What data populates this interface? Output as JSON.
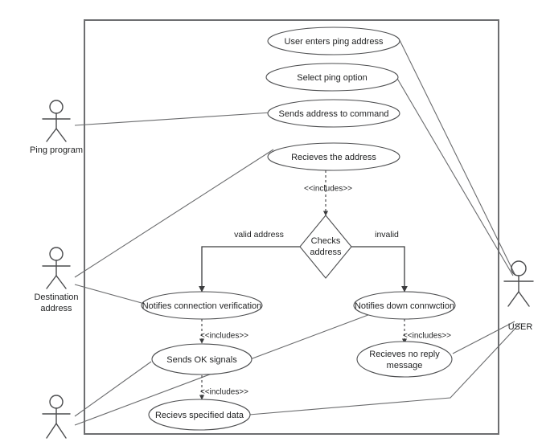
{
  "diagram": {
    "type": "uml-use-case-diagram",
    "title": "",
    "boundary": {
      "label": ""
    },
    "colors": {
      "background": "#ffffff",
      "shape_stroke": "#4d4e50",
      "boundary_stroke": "#6d6e70",
      "association_stroke": "#6a6b6d",
      "flow_stroke": "#3c3d3f",
      "text": "#1f2021"
    },
    "actors": [
      {
        "id": "ping-program",
        "label": "Ping program",
        "lines": [
          "Ping program"
        ]
      },
      {
        "id": "destination-address",
        "label": "Destination address",
        "lines": [
          "Destination",
          "address"
        ]
      },
      {
        "id": "bottom-left-actor",
        "label": "",
        "lines": []
      },
      {
        "id": "user",
        "label": "USER",
        "lines": [
          "USER"
        ]
      }
    ],
    "use_cases": [
      {
        "id": "uc-user-enters-ping-address",
        "label": "User enters ping address",
        "lines": [
          "User enters ping address"
        ]
      },
      {
        "id": "uc-select-ping-option",
        "label": "Select ping option",
        "lines": [
          "Select ping option"
        ]
      },
      {
        "id": "uc-sends-address-to-command",
        "label": "Sends address to command",
        "lines": [
          "Sends address to command"
        ]
      },
      {
        "id": "uc-recieves-the-address",
        "label": "Recieves the address",
        "lines": [
          "Recieves the address"
        ]
      },
      {
        "id": "uc-notifies-connection-verification",
        "label": "Notifies connection verification",
        "lines": [
          "Notifies connection verification"
        ]
      },
      {
        "id": "uc-notifies-down-connwction",
        "label": "Notifies down connwction",
        "lines": [
          "Notifies down connwction"
        ]
      },
      {
        "id": "uc-sends-ok-signals",
        "label": "Sends OK signals",
        "lines": [
          "Sends OK signals"
        ]
      },
      {
        "id": "uc-recieves-no-reply-message",
        "label": "Recieves no reply message",
        "lines": [
          "Recieves no reply",
          "message"
        ]
      },
      {
        "id": "uc-recievs-specified-data",
        "label": "Recievs specified data",
        "lines": [
          "Recievs specified data"
        ]
      }
    ],
    "decision": {
      "id": "decision-checks-address",
      "label": "Checks address",
      "lines": [
        "Checks",
        "address"
      ]
    },
    "edge_labels": {
      "valid_address": "valid address",
      "invalid": "invalid",
      "includes_1": "<<includes>>",
      "includes_2": "<<includes>>",
      "includes_3": "<<includes>>",
      "includes_4": "<<includes>>"
    }
  }
}
